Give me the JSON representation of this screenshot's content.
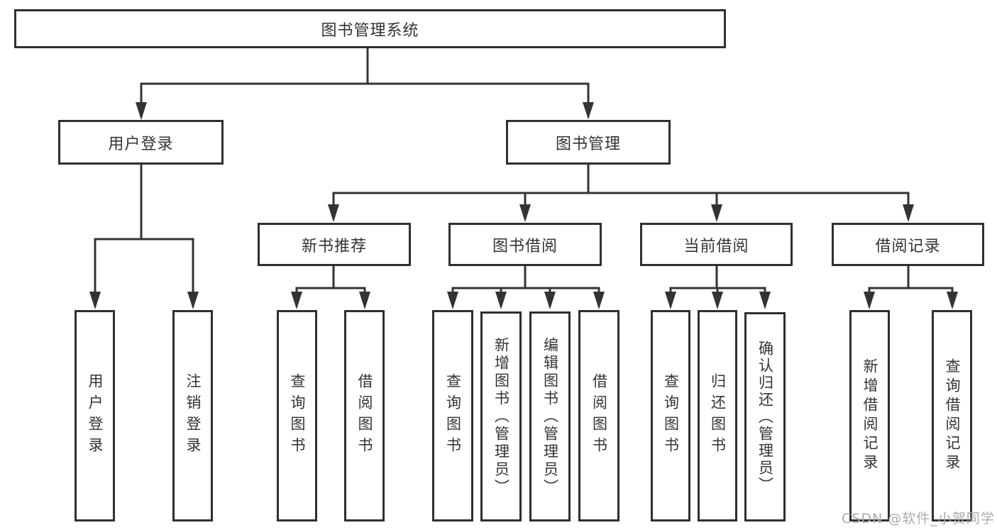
{
  "diagram": {
    "type": "hierarchy-tree",
    "title": "图书管理系统",
    "colors": {
      "line": "#333333",
      "box_border": "#2f2f2f",
      "box_fill": "#ffffff",
      "text": "#333333",
      "watermark": "#ababab"
    }
  },
  "tree": {
    "label": "图书管理系统",
    "children": [
      {
        "label": "用户登录",
        "children": [
          {
            "label": "用户登录"
          },
          {
            "label": "注销登录"
          }
        ]
      },
      {
        "label": "图书管理",
        "children": [
          {
            "label": "新书推荐",
            "children": [
              {
                "label": "查询图书"
              },
              {
                "label": "借阅图书"
              }
            ]
          },
          {
            "label": "图书借阅",
            "children": [
              {
                "label": "查询图书"
              },
              {
                "label": "新增图书（管理员）"
              },
              {
                "label": "编辑图书（管理员）"
              },
              {
                "label": "借阅图书"
              }
            ]
          },
          {
            "label": "当前借阅",
            "children": [
              {
                "label": "查询图书"
              },
              {
                "label": "归还图书"
              },
              {
                "label": "确认归还（管理员）"
              }
            ]
          },
          {
            "label": "借阅记录",
            "children": [
              {
                "label": "新增借阅记录"
              },
              {
                "label": "查询借阅记录"
              }
            ]
          }
        ]
      }
    ]
  },
  "watermark": {
    "text": "CSDN @软件_小贺同学"
  }
}
